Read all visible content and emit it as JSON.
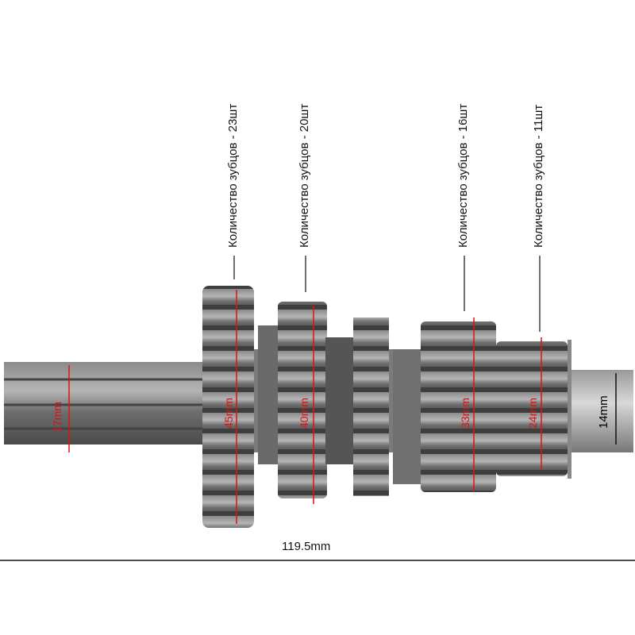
{
  "callouts": [
    {
      "text": "Количество зубцов - 23шт"
    },
    {
      "text": "Количество зубцов - 20шт"
    },
    {
      "text": "Количество зубцов - 16шт"
    },
    {
      "text": "Количество зубцов - 11шт"
    }
  ],
  "dimensions": {
    "shaft_left": "17mm",
    "gear1": "45mm",
    "gear2": "40mm",
    "gear3": "33mm",
    "gear4": "24mm",
    "shaft_right": "14mm",
    "total_length": "119.5mm"
  },
  "colors": {
    "measure": "#e01010",
    "metal": "#6f6f6f",
    "metal_dark": "#4a4a4a"
  }
}
